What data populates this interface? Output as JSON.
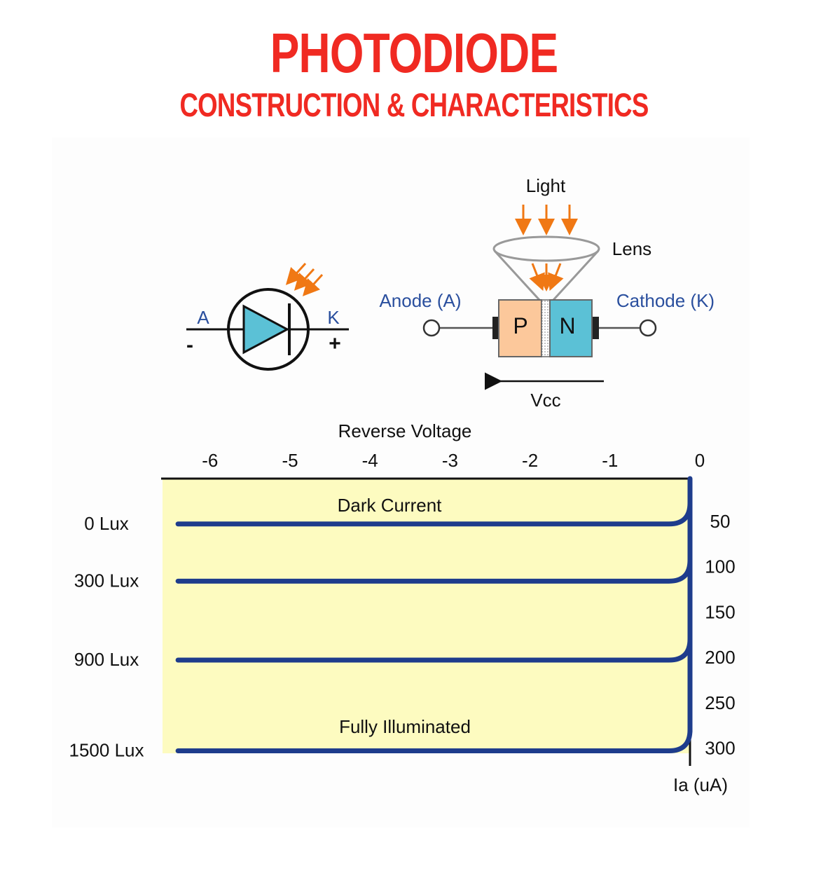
{
  "title": "PHOTODIODE",
  "subtitle": "CONSTRUCTION & CHARACTERISTICS",
  "symbol": {
    "anode_letter": "A",
    "cathode_letter": "K",
    "anode_sign": "-",
    "cathode_sign": "+"
  },
  "construction": {
    "light_label": "Light",
    "lens_label": "Lens",
    "anode_label": "Anode (A)",
    "cathode_label": "Cathode (K)",
    "p_label": "P",
    "n_label": "N",
    "vcc_label": "Vcc"
  },
  "colors": {
    "title": "#f02a22",
    "curve": "#1e3c8c",
    "plot_fill": "#fdfbc0",
    "p_region": "#fcc89b",
    "n_region": "#5bc1d6",
    "diode_triangle": "#5bc1d6",
    "light_arrows": "#f07814",
    "label_blue": "#2a4f9e"
  },
  "chart_data": {
    "type": "line",
    "xlabel": "Reverse Voltage",
    "ylabel": "Ia (uA)",
    "xlim": [
      -6.6,
      0
    ],
    "ylim": [
      0,
      310
    ],
    "x_ticks": [
      "-6",
      "-5",
      "-4",
      "-3",
      "-2",
      "-1",
      "0"
    ],
    "y_ticks": [
      "50",
      "100",
      "150",
      "200",
      "250",
      "300"
    ],
    "annotations": [
      "Dark Current",
      "Fully Illuminated"
    ],
    "series": [
      {
        "name": "0 Lux",
        "x": [
          -6.4,
          0
        ],
        "values": [
          50,
          50
        ]
      },
      {
        "name": "300 Lux",
        "x": [
          -6.4,
          0
        ],
        "values": [
          113,
          113
        ]
      },
      {
        "name": "900 Lux",
        "x": [
          -6.4,
          0
        ],
        "values": [
          200,
          200
        ]
      },
      {
        "name": "1500 Lux",
        "x": [
          -6.4,
          0
        ],
        "values": [
          300,
          300
        ]
      }
    ]
  }
}
